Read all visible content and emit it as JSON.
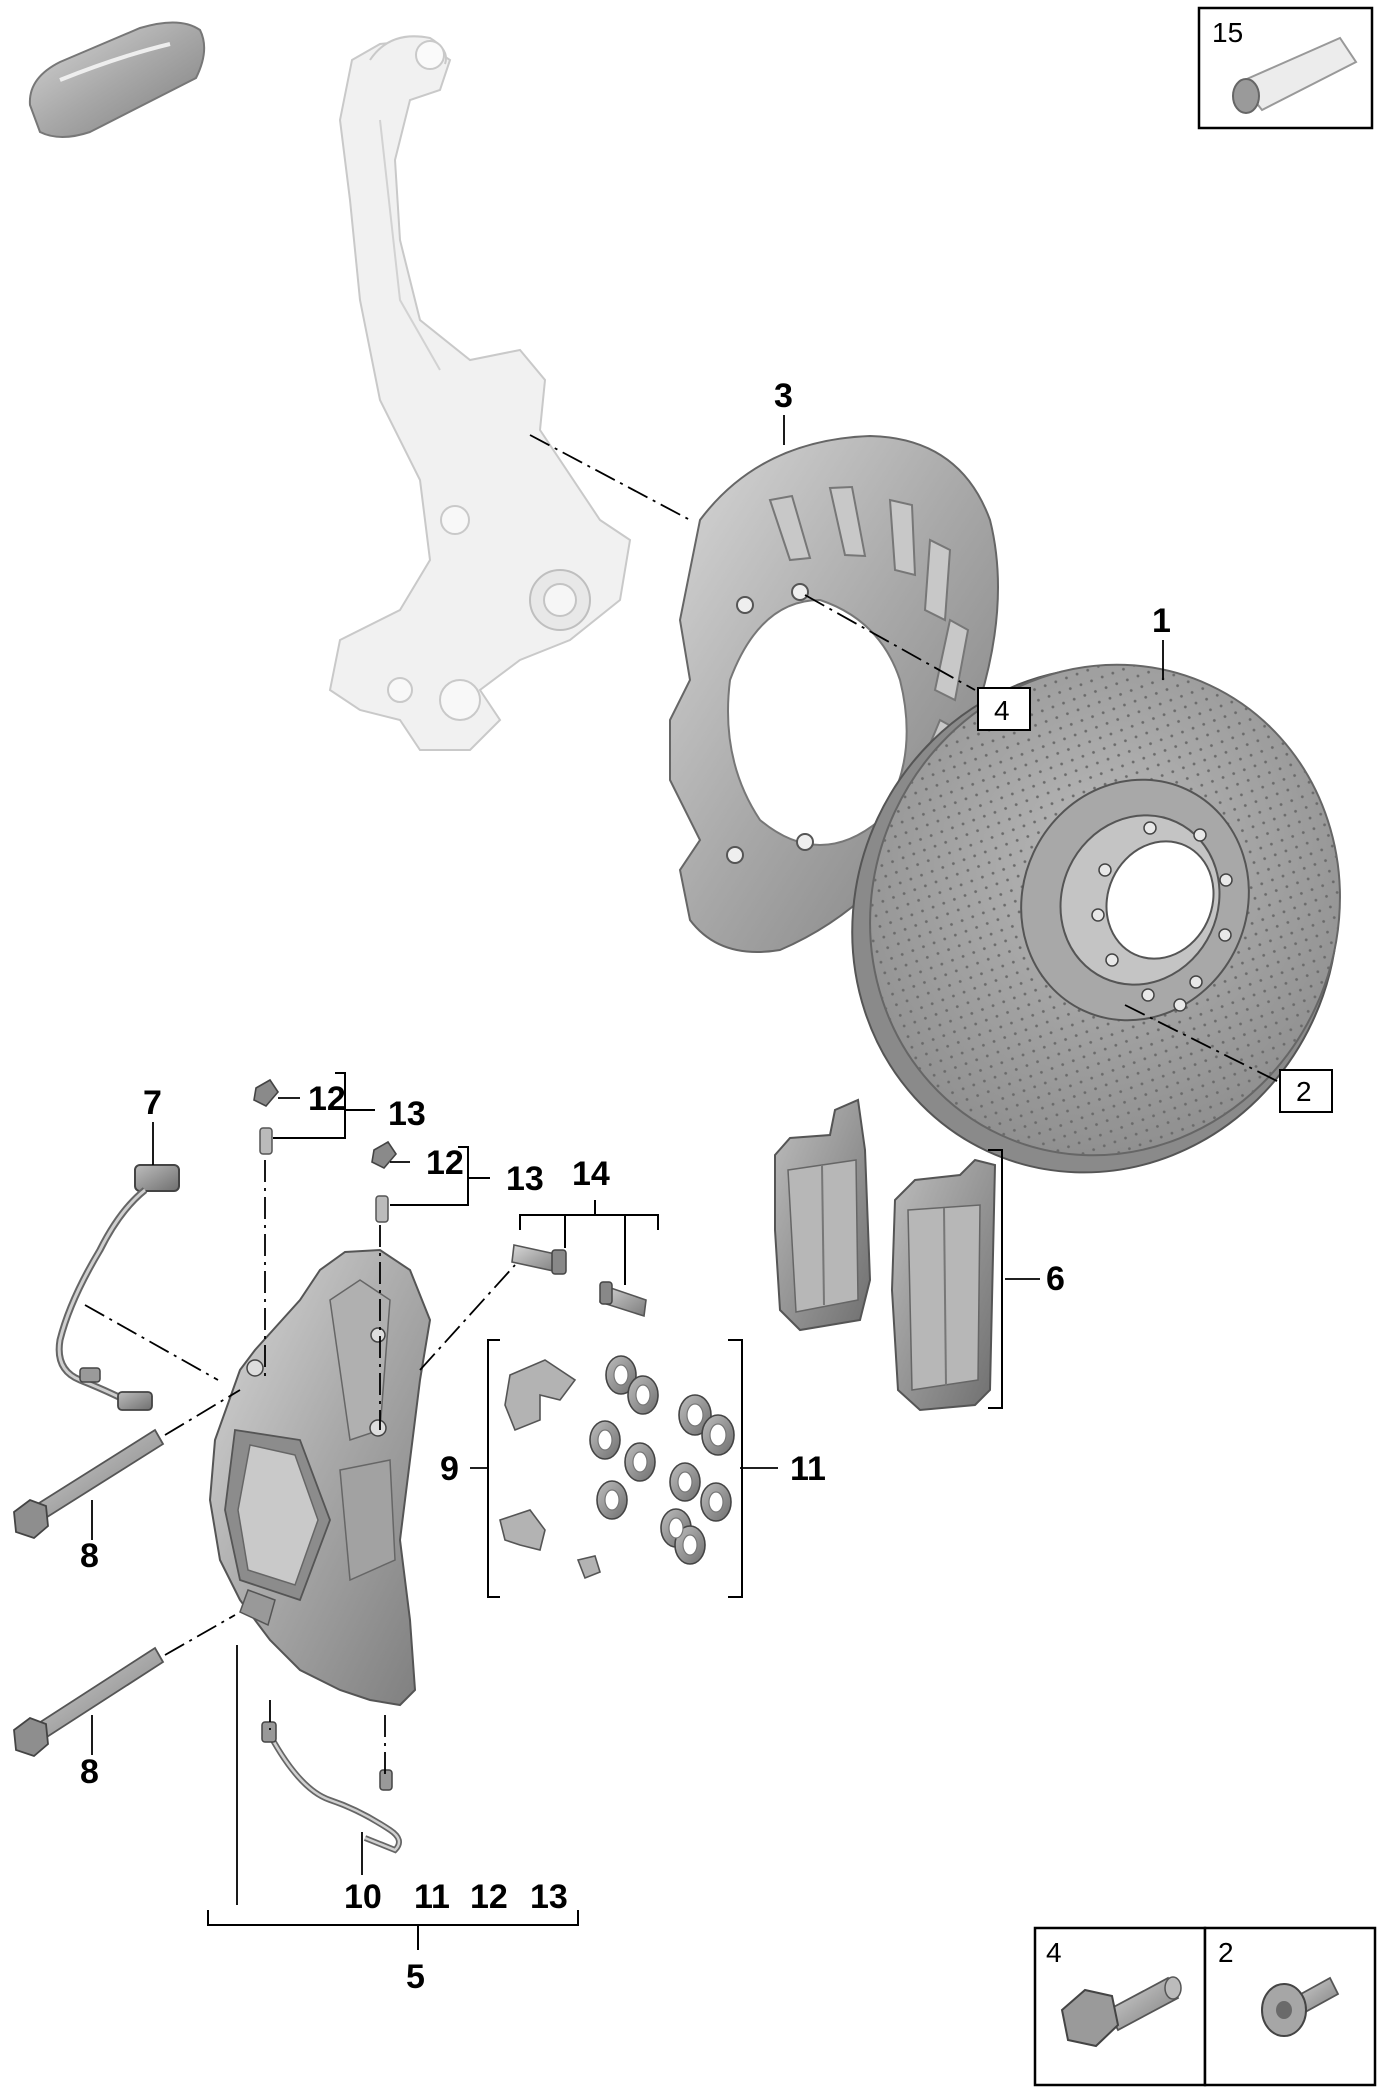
{
  "callouts": {
    "c1": "1",
    "c3": "3",
    "c4box": "4",
    "c2box": "2",
    "c5": "5",
    "c6": "6",
    "c7": "7",
    "c8a": "8",
    "c8b": "8",
    "c9": "9",
    "c10": "10",
    "c11": "11",
    "c11b": "11",
    "c12a": "12",
    "c12b": "12",
    "c12c": "12",
    "c13a": "13",
    "c13b": "13",
    "c13c": "13",
    "c14": "14"
  },
  "detail_boxes": {
    "tube_label": "15",
    "bolt_label": "4",
    "screw_label": "2"
  },
  "colors": {
    "line": "#000000",
    "part_grey": "#9a9a9a",
    "ghost_grey": "#f1f1f1"
  },
  "icons": [
    "vehicle-model-icon",
    "grease-tube-icon",
    "hex-bolt-icon",
    "countersunk-screw-icon"
  ]
}
